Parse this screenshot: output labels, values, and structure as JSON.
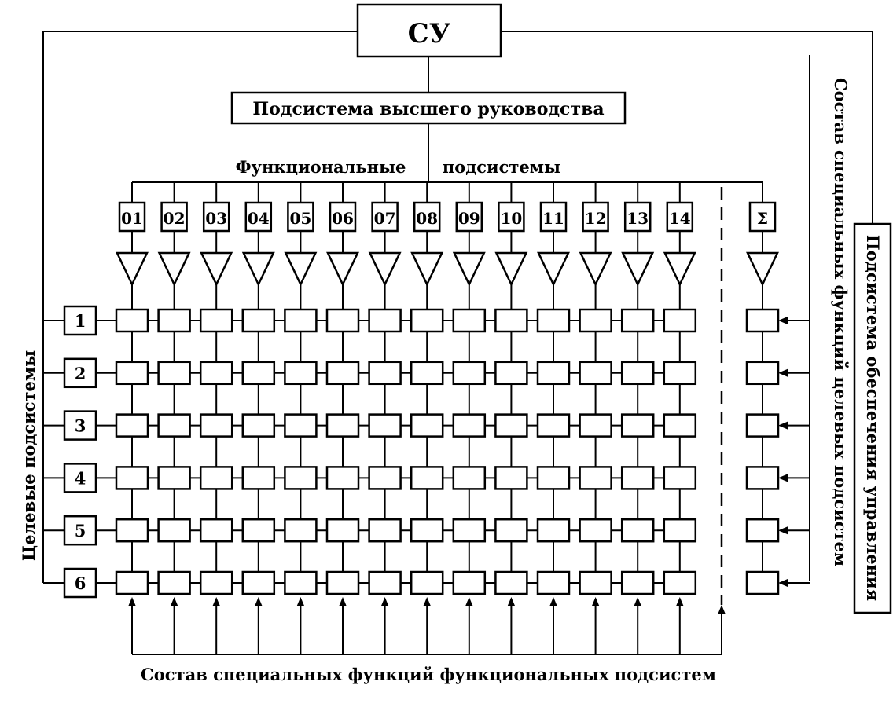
{
  "top_box": {
    "label": "СУ"
  },
  "senior_management": {
    "label": "Подсистема высшего руководства"
  },
  "functional_title": {
    "left": "Функциональные",
    "right": "подсистемы"
  },
  "functional_subsystems": [
    "01",
    "02",
    "03",
    "04",
    "05",
    "06",
    "07",
    "08",
    "09",
    "10",
    "11",
    "12",
    "13",
    "14"
  ],
  "sum_subsystem": {
    "label": "Σ"
  },
  "target_subsystems": [
    "1",
    "2",
    "3",
    "4",
    "5",
    "6"
  ],
  "left_label": "Целевые подсистемы",
  "right_label_inner": "Состав специальных функций целевых подсистем",
  "right_label_outer": "Подсистема обеспечения управления",
  "bottom_label": "Состав специальных функций функциональных подсистем",
  "colors": {
    "stroke": "#000000",
    "background": "#ffffff"
  }
}
